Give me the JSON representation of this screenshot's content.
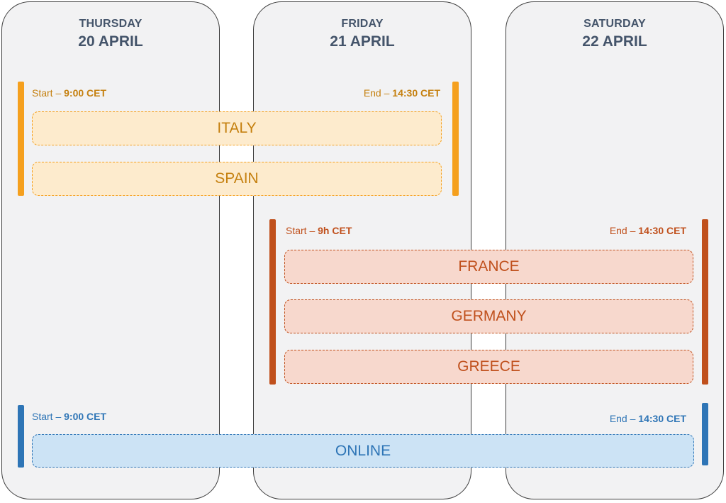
{
  "days": [
    {
      "name": "THURSDAY",
      "date": "20 APRIL"
    },
    {
      "name": "FRIDAY",
      "date": "21 APRIL"
    },
    {
      "name": "SATURDAY",
      "date": "22 APRIL"
    }
  ],
  "groups": [
    {
      "color": "#f5a01e",
      "text_color": "#c5800f",
      "fill": "#fdebcd",
      "start_label": "Start – ",
      "start_time": "9:00 CET",
      "end_label": "End – ",
      "end_time": "14:30 CET",
      "locations": [
        "ITALY",
        "SPAIN"
      ]
    },
    {
      "color": "#c0501c",
      "text_color": "#c0501c",
      "fill": "#f7d8cd",
      "start_label": "Start – ",
      "start_time": "9h CET",
      "end_label": "End – ",
      "end_time": "14:30 CET",
      "locations": [
        "FRANCE",
        "GERMANY",
        "GREECE"
      ]
    },
    {
      "color": "#2e75b6",
      "text_color": "#2e75b6",
      "fill": "#cce3f5",
      "start_label": "Start – ",
      "start_time": "9:00 CET",
      "end_label": "End – ",
      "end_time": "14:30 CET",
      "locations": [
        "ONLINE"
      ]
    }
  ]
}
